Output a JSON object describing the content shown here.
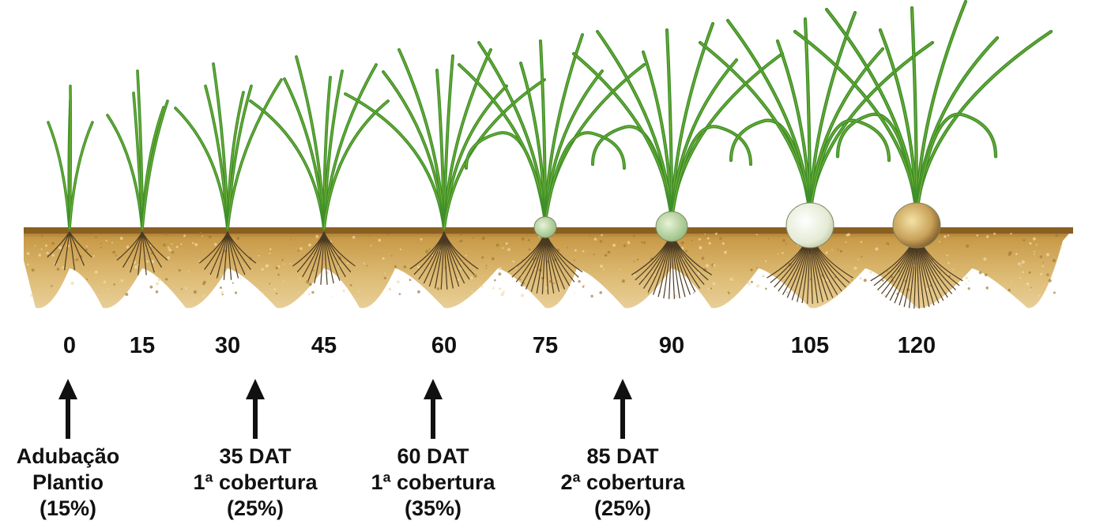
{
  "colors": {
    "leaf": "#3f8f2a",
    "leaf_light": "#8cc23c",
    "soil": "#d1a859",
    "soil_dark": "#8a6426",
    "root": "#4a3a22",
    "bulb": "#eef2e2"
  },
  "days": [
    "0",
    "15",
    "30",
    "45",
    "60",
    "75",
    "90",
    "105",
    "120"
  ],
  "plant_stages": [
    {
      "day": "0",
      "bulb": "none"
    },
    {
      "day": "15",
      "bulb": "none"
    },
    {
      "day": "30",
      "bulb": "none"
    },
    {
      "day": "45",
      "bulb": "none"
    },
    {
      "day": "60",
      "bulb": "none"
    },
    {
      "day": "75",
      "bulb": "small"
    },
    {
      "day": "90",
      "bulb": "medium"
    },
    {
      "day": "105",
      "bulb": "large-white"
    },
    {
      "day": "120",
      "bulb": "large-brown"
    }
  ],
  "fertilization": [
    {
      "lines": [
        "Adubação",
        "Plantio",
        "(15%)"
      ]
    },
    {
      "lines": [
        "35 DAT",
        "1ª cobertura",
        "(25%)"
      ]
    },
    {
      "lines": [
        "60 DAT",
        "1ª cobertura",
        "(35%)"
      ]
    },
    {
      "lines": [
        "85 DAT",
        "2ª cobertura",
        "(25%)"
      ]
    }
  ]
}
